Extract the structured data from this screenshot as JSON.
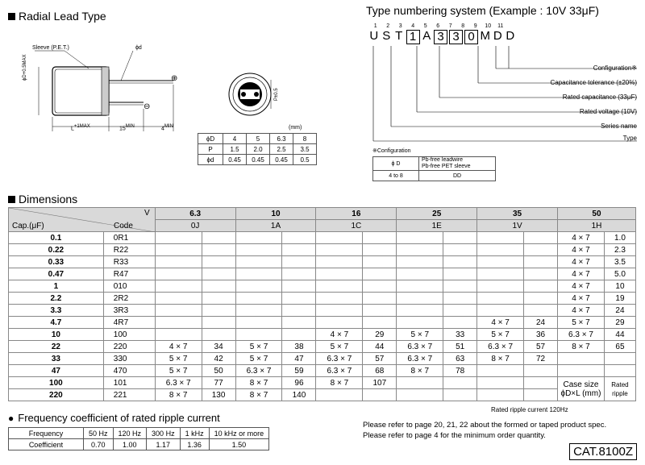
{
  "radial": {
    "title": "Radial Lead Type",
    "sleeve_label": "Sleeve (P.E.T.)",
    "phi_d": "ϕd",
    "dim_L": "L",
    "dim_L_tol": "+1MAX",
    "dim_15": "15",
    "dim_15_tol": "MIN",
    "dim_4": "4",
    "dim_4_tol": "MIN",
    "dim_D": "ϕD+0.5MAX",
    "plus": "⊕",
    "minus": "⊖",
    "pitch_label": "P±0.5",
    "mm_unit": "(mm)",
    "size_table": {
      "rows": [
        [
          "ϕD",
          "4",
          "5",
          "6.3",
          "8"
        ],
        [
          "P",
          "1.5",
          "2.0",
          "2.5",
          "3.5"
        ],
        [
          "ϕd",
          "0.45",
          "0.45",
          "0.45",
          "0.5"
        ]
      ]
    }
  },
  "typenum": {
    "title": "Type numbering system (Example : 10V 33μF)",
    "digits": [
      "1",
      "2",
      "3",
      "4",
      "5",
      "6",
      "7",
      "8",
      "9",
      "10",
      "11"
    ],
    "chars": [
      "U",
      "S",
      "T",
      "1",
      "A",
      "3",
      "3",
      "0",
      "M",
      "D",
      "D"
    ],
    "labels": [
      "Configuration※",
      "Capacitance tolerance (±20%)",
      "Rated capacitance (33μF)",
      "Rated voltage (10V)",
      "Series name",
      "Type"
    ],
    "config_title": "※Configuration",
    "config_table": {
      "head_left": "ϕ D",
      "head_right_1": "Pb-free leadwire",
      "head_right_2": "Pb-free PET sleeve",
      "row_left": "4 to 8",
      "row_right": "DD"
    }
  },
  "dimensions": {
    "title": "Dimensions",
    "corner_v": "V",
    "corner_cap": "Cap.(μF)",
    "corner_code": "Code",
    "voltages": [
      "6.3",
      "10",
      "16",
      "25",
      "35",
      "50"
    ],
    "vcodes": [
      "0J",
      "1A",
      "1C",
      "1E",
      "1V",
      "1H"
    ],
    "rows": [
      {
        "cap": "0.1",
        "code": "0R1",
        "cells": [
          "",
          "",
          "",
          "",
          "",
          "",
          "",
          "",
          "",
          "",
          "4 × 7",
          "1.0"
        ]
      },
      {
        "cap": "0.22",
        "code": "R22",
        "cells": [
          "",
          "",
          "",
          "",
          "",
          "",
          "",
          "",
          "",
          "",
          "4 × 7",
          "2.3"
        ]
      },
      {
        "cap": "0.33",
        "code": "R33",
        "cells": [
          "",
          "",
          "",
          "",
          "",
          "",
          "",
          "",
          "",
          "",
          "4 × 7",
          "3.5"
        ]
      },
      {
        "cap": "0.47",
        "code": "R47",
        "cells": [
          "",
          "",
          "",
          "",
          "",
          "",
          "",
          "",
          "",
          "",
          "4 × 7",
          "5.0"
        ]
      },
      {
        "cap": "1",
        "code": "010",
        "cells": [
          "",
          "",
          "",
          "",
          "",
          "",
          "",
          "",
          "",
          "",
          "4 × 7",
          "10"
        ]
      },
      {
        "cap": "2.2",
        "code": "2R2",
        "cells": [
          "",
          "",
          "",
          "",
          "",
          "",
          "",
          "",
          "",
          "",
          "4 × 7",
          "19"
        ]
      },
      {
        "cap": "3.3",
        "code": "3R3",
        "cells": [
          "",
          "",
          "",
          "",
          "",
          "",
          "",
          "",
          "",
          "",
          "4 × 7",
          "24"
        ]
      },
      {
        "cap": "4.7",
        "code": "4R7",
        "cells": [
          "",
          "",
          "",
          "",
          "",
          "",
          "",
          "",
          "4 × 7",
          "24",
          "5 × 7",
          "29"
        ]
      },
      {
        "cap": "10",
        "code": "100",
        "cells": [
          "",
          "",
          "",
          "",
          "4 × 7",
          "29",
          "5 × 7",
          "33",
          "5 × 7",
          "36",
          "6.3 × 7",
          "44"
        ]
      },
      {
        "cap": "22",
        "code": "220",
        "cells": [
          "4 × 7",
          "34",
          "5 × 7",
          "38",
          "5 × 7",
          "44",
          "6.3 × 7",
          "51",
          "6.3 × 7",
          "57",
          "8 × 7",
          "65"
        ]
      },
      {
        "cap": "33",
        "code": "330",
        "cells": [
          "5 × 7",
          "42",
          "5 × 7",
          "47",
          "6.3 × 7",
          "57",
          "6.3 × 7",
          "63",
          "8 × 7",
          "72",
          "",
          ""
        ]
      },
      {
        "cap": "47",
        "code": "470",
        "cells": [
          "5 × 7",
          "50",
          "6.3 × 7",
          "59",
          "6.3 × 7",
          "68",
          "8 × 7",
          "78",
          "",
          "",
          "",
          ""
        ]
      },
      {
        "cap": "100",
        "code": "101",
        "cells": [
          "6.3 × 7",
          "77",
          "8 × 7",
          "96",
          "8 × 7",
          "107",
          "",
          "",
          "",
          "",
          "",
          ""
        ]
      },
      {
        "cap": "220",
        "code": "221",
        "cells": [
          "8 × 7",
          "130",
          "8 × 7",
          "140",
          "",
          "",
          "",
          "",
          "",
          "",
          "",
          ""
        ]
      }
    ],
    "legend_size_1": "Case size",
    "legend_size_2": "ϕD×L (mm)",
    "legend_ripple_1": "Rated",
    "legend_ripple_2": "ripple",
    "note": "Rated ripple current 120Hz"
  },
  "frequency": {
    "title": "Frequency coefficient of rated ripple current",
    "header": [
      "Frequency",
      "50 Hz",
      "120 Hz",
      "300 Hz",
      "1 kHz",
      "10 kHz or more"
    ],
    "values": [
      "Coefficient",
      "0.70",
      "1.00",
      "1.17",
      "1.36",
      "1.50"
    ]
  },
  "notes": [
    "Please refer to page 20, 21, 22 about the formed or taped product spec.",
    "Please refer to page 4 for the minimum order quantity."
  ],
  "catalog": "CAT.8100Z"
}
